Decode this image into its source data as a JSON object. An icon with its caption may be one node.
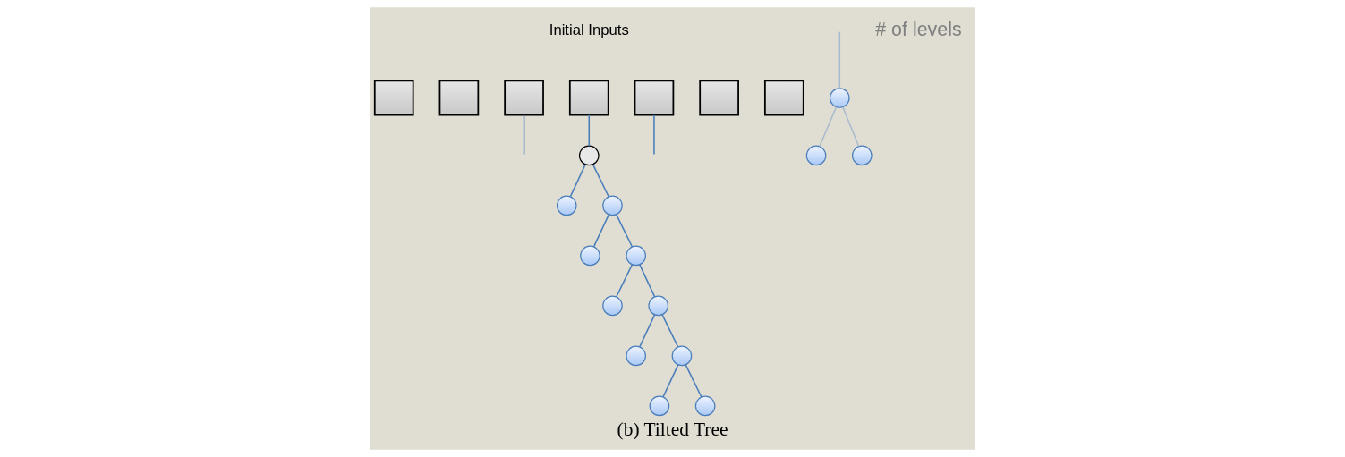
{
  "diagram": {
    "caption": "(b) Tilted Tree",
    "nodes": [
      {
        "text": [],
        "shape": "box"
      },
      {
        "text": [],
        "shape": "box"
      },
      {
        "text": [],
        "shape": "box"
      },
      {
        "text": [],
        "shape": "box"
      },
      {
        "text": [],
        "shape": "box"
      },
      {
        "text": [],
        "shape": "box"
      },
      {
        "text": [],
        "shape": "box"
      },
      {
        "text": [],
        "shape": "circle"
      },
      {
        "text": [],
        "shape": "circle"
      },
      {
        "text": [],
        "shape": "circle"
      },
      {
        "text": [],
        "shape": "circle"
      },
      {
        "text": [],
        "shape": "circle"
      },
      {
        "text": [],
        "shape": "circle"
      },
      {
        "text": [],
        "shape": "circle"
      },
      {
        "text": [],
        "shape": "circle"
      },
      {
        "text": [],
        "shape": "circle"
      },
      {
        "text": [],
        "shape": "circle"
      },
      {
        "text": [],
        "shape": "circle"
      },
      {
        "text": [],
        "shape": "circle"
      },
      {
        "text": [],
        "shape": "circle"
      },
      {
        "text": [],
        "shape": "circle"
      }
    ],
    "edges": [
      {
        "from": 3,
        "to": 7,
        "arrow": "none"
      },
      {
        "from": 2,
        "to": null,
        "arrow": "none"
      },
      {
        "from": 4,
        "to": null,
        "arrow": "none"
      },
      {
        "from": 7,
        "to": 8,
        "arrow": "none"
      },
      {
        "from": 7,
        "to": 9,
        "arrow": "none"
      },
      {
        "from": 9,
        "to": 10,
        "arrow": "none"
      },
      {
        "from": 9,
        "to": 11,
        "arrow": "none"
      },
      {
        "from": 11,
        "to": 12,
        "arrow": "none"
      },
      {
        "from": 11,
        "to": 13,
        "arrow": "none"
      },
      {
        "from": 13,
        "to": 14,
        "arrow": "none"
      },
      {
        "from": 13,
        "to": 15,
        "arrow": "none"
      },
      {
        "from": 15,
        "to": 16,
        "arrow": "none"
      },
      {
        "from": 15,
        "to": 17,
        "arrow": "none"
      },
      {
        "from": null,
        "to": 18,
        "arrow": "none",
        "color": "#a9bccf"
      },
      {
        "from": 18,
        "to": 19,
        "arrow": "none",
        "color": "#a9bccf"
      },
      {
        "from": 18,
        "to": 20,
        "arrow": "none",
        "color": "#a9bccf"
      }
    ],
    "labels": [
      "Initial Inputs",
      "# of levels"
    ]
  }
}
